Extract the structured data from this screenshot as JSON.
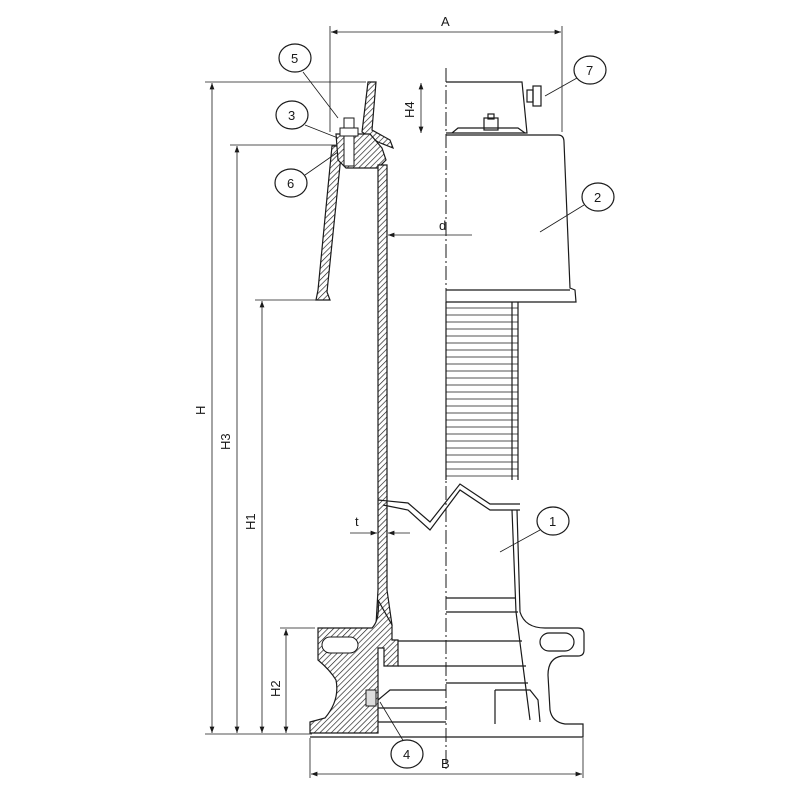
{
  "dimensions": {
    "A": "A",
    "B": "B",
    "H": "H",
    "H1": "H1",
    "H2": "H2",
    "H3": "H3",
    "H4": "H4",
    "d": "d",
    "t": "t"
  },
  "callouts": [
    "1",
    "2",
    "3",
    "4",
    "5",
    "6",
    "7"
  ]
}
